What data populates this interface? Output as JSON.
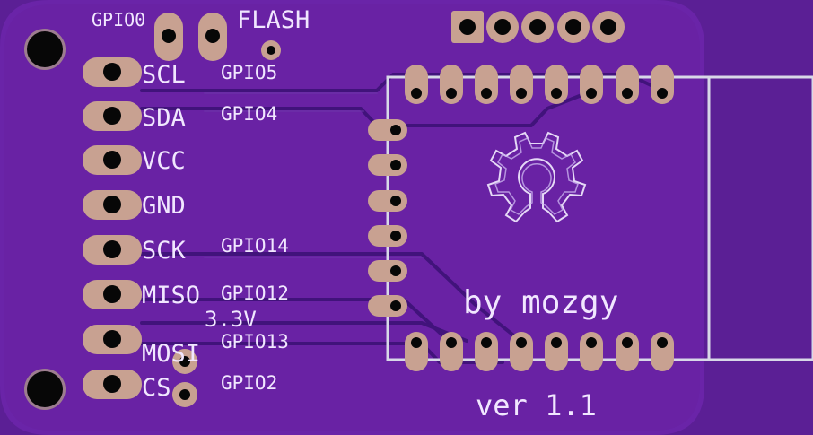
{
  "board": {
    "colors": {
      "background": "#5b1f95",
      "board": "#6a24a8",
      "pad": "#c8a191",
      "hole": "#070707",
      "silkscreen": "#f1e7ff"
    },
    "labels": {
      "gpio0": "GPIO0",
      "flash": "FLASH",
      "scl": "SCL",
      "sda": "SDA",
      "vcc": "VCC",
      "gnd": "GND",
      "sck": "SCK",
      "miso": "MISO",
      "mosi": "MOSI",
      "cs": "CS",
      "gpio5": "GPIO5",
      "gpio4": "GPIO4",
      "gpio14": "GPIO14",
      "gpio12": "GPIO12",
      "v33": "3.3V",
      "gpio13": "GPIO13",
      "gpio2": "GPIO2",
      "author": "by mozgy",
      "version": "ver 1.1"
    },
    "icons": {
      "logo": "open-source-hardware-gear-icon"
    }
  }
}
